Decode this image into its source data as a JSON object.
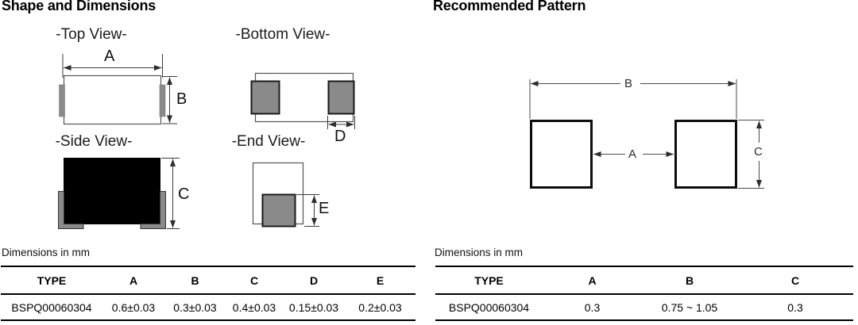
{
  "left_section": {
    "title": "Shape and Dimensions",
    "view_labels": {
      "top": "-Top View-",
      "bottom": "-Bottom View-",
      "side": "-Side View-",
      "end": "-End View-"
    },
    "dim_letters": {
      "a": "A",
      "b": "B",
      "c": "C",
      "d": "D",
      "e": "E"
    },
    "units_note": "Dimensions in mm",
    "table": {
      "headers": [
        "TYPE",
        "A",
        "B",
        "C",
        "D",
        "E"
      ],
      "row": [
        "BSPQ00060304",
        "0.6±0.03",
        "0.3±0.03",
        "0.4±0.03",
        "0.15±0.03",
        "0.2±0.03"
      ]
    }
  },
  "right_section": {
    "title": "Recommended Pattern",
    "dim_letters": {
      "a": "A",
      "b": "B",
      "c": "C"
    },
    "units_note": "Dimensions in mm",
    "table": {
      "headers": [
        "TYPE",
        "A",
        "B",
        "C"
      ],
      "row": [
        "BSPQ00060304",
        "0.3",
        "0.75 ~ 1.05",
        "0.3"
      ]
    }
  },
  "colors": {
    "terminal_gray": "#8a8a8a",
    "body_black": "#000000",
    "thin_outline": "#555555",
    "dim_line": "#3c3c3c",
    "pad_border": "#0d0d0d"
  }
}
